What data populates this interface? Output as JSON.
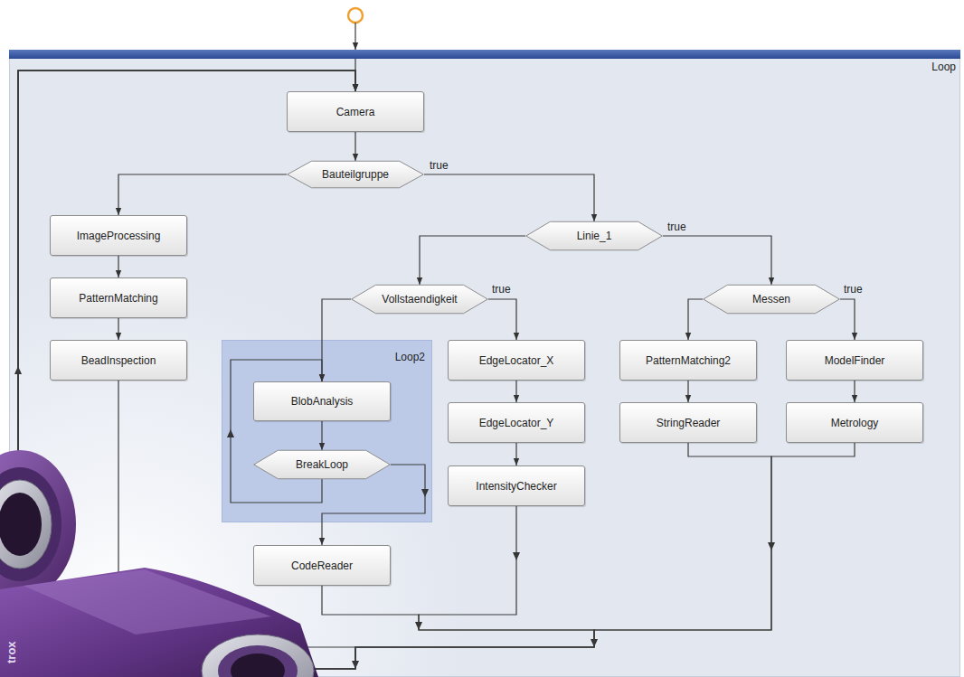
{
  "diagram": {
    "nodes": [
      {
        "text": [
          "Loop"
        ]
      },
      {
        "text": [
          "Camera"
        ],
        "in": 0
      },
      {
        "text": [
          "Bauteilgruppe"
        ],
        "in": 0
      },
      {
        "text": [
          "ImageProcessing"
        ],
        "in": 0
      },
      {
        "text": [
          "PatternMatching"
        ],
        "in": 0
      },
      {
        "text": [
          "BeadInspection"
        ],
        "in": 0
      },
      {
        "text": [
          "Linie_1"
        ],
        "in": 0
      },
      {
        "text": [
          "Vollstaendigkeit"
        ],
        "in": 0
      },
      {
        "text": [
          "Messen"
        ],
        "in": 0
      },
      {
        "text": [
          "Loop2"
        ],
        "in": 0
      },
      {
        "text": [
          "BlobAnalysis"
        ],
        "in": 9
      },
      {
        "text": [
          "BreakLoop"
        ],
        "in": 9
      },
      {
        "text": [
          "EdgeLocator_X"
        ],
        "in": 0
      },
      {
        "text": [
          "EdgeLocator_Y"
        ],
        "in": 0
      },
      {
        "text": [
          "IntensityChecker"
        ],
        "in": 0
      },
      {
        "text": [
          "CodeReader"
        ],
        "in": 0
      },
      {
        "text": [
          "PatternMatching2"
        ],
        "in": 0
      },
      {
        "text": [
          "StringReader"
        ],
        "in": 0
      },
      {
        "text": [
          "ModelFinder"
        ],
        "in": 0
      },
      {
        "text": [
          "Metrology"
        ],
        "in": 0
      }
    ],
    "edges": [
      {
        "from": 1,
        "to": 2,
        "arrow": "to"
      },
      {
        "from": 2,
        "to": 3,
        "arrow": "to"
      },
      {
        "from": 2,
        "to": 6,
        "label": "true",
        "arrow": "to"
      },
      {
        "from": 3,
        "to": 4,
        "arrow": "to"
      },
      {
        "from": 4,
        "to": 5,
        "arrow": "to"
      },
      {
        "from": 6,
        "to": 7,
        "arrow": "to"
      },
      {
        "from": 6,
        "to": 8,
        "label": "true",
        "arrow": "to"
      },
      {
        "from": 7,
        "to": 10,
        "arrow": "to"
      },
      {
        "from": 7,
        "to": 12,
        "label": "true",
        "arrow": "to"
      },
      {
        "from": 10,
        "to": 11,
        "arrow": "to"
      },
      {
        "from": 11,
        "to": 10,
        "arrow": "to"
      },
      {
        "from": 11,
        "to": 15,
        "arrow": "to"
      },
      {
        "from": 12,
        "to": 13,
        "arrow": "to"
      },
      {
        "from": 13,
        "to": 14,
        "arrow": "to"
      },
      {
        "from": 8,
        "to": 16,
        "arrow": "to"
      },
      {
        "from": 8,
        "to": 18,
        "label": "true",
        "arrow": "to"
      },
      {
        "from": 16,
        "to": 17,
        "arrow": "to"
      },
      {
        "from": 18,
        "to": 19,
        "arrow": "to"
      },
      {
        "from": 5,
        "to": 1,
        "arrow": "to"
      },
      {
        "from": 15,
        "to": 1,
        "arrow": "to"
      },
      {
        "from": 14,
        "to": 1,
        "arrow": "to"
      },
      {
        "from": 17,
        "to": 1,
        "arrow": "to"
      },
      {
        "from": 19,
        "to": 1,
        "arrow": "to"
      }
    ],
    "labels": [
      "trox"
    ]
  }
}
